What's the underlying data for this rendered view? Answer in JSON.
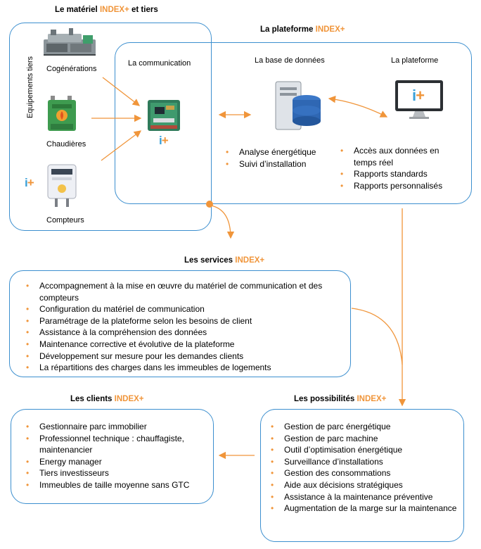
{
  "titles": {
    "materiel_prefix": "Le matériel",
    "materiel_brand": "INDEX+",
    "materiel_suffix": "et tiers",
    "plateforme_prefix": "La plateforme",
    "plateforme_brand": "INDEX+",
    "services_prefix": "Les services",
    "services_brand": "INDEX+",
    "clients_prefix": "Les clients",
    "clients_brand": "INDEX+",
    "possibilites_prefix": "Les possibilités",
    "possibilites_brand": "INDEX+"
  },
  "equipment": {
    "side_label": "Equipements tiers",
    "cogeneration": "Cogénérations",
    "chaudieres": "Chaudières",
    "compteurs": "Compteurs",
    "logo_i": "i",
    "logo_plus": "+"
  },
  "communication": {
    "label": "La communication",
    "logo_i": "i",
    "logo_plus": "+"
  },
  "database": {
    "label": "La base de données",
    "items": [
      "Analyse énergétique",
      "Suivi d’installation"
    ]
  },
  "plateforme": {
    "label": "La plateforme",
    "logo_i": "i",
    "logo_plus": "+",
    "items": [
      "Accès aux données en temps réel",
      "Rapports standards",
      "Rapports personnalisés"
    ]
  },
  "services": {
    "items": [
      "Accompagnement à la mise en œuvre du matériel de communication et des compteurs",
      "Configuration du matériel de communication",
      "Paramétrage de la plateforme selon les besoins de client",
      "Assistance à la compréhension des données",
      "Maintenance corrective et évolutive de la plateforme",
      "Développement sur mesure pour les demandes clients",
      "La répartitions des charges dans les immeubles de logements"
    ]
  },
  "clients": {
    "items": [
      "Gestionnaire parc immobilier",
      "Professionnel technique : chauffagiste, maintenancier",
      "Energy manager",
      "Tiers investisseurs",
      "Immeubles de taille moyenne sans GTC"
    ]
  },
  "possibilites": {
    "items": [
      "Gestion de parc énergétique",
      "Gestion de parc machine",
      "Outil d’optimisation énergétique",
      "Surveillance d’installations",
      "Gestion des consommations",
      "Aide aux décisions stratégiques",
      "Assistance à la maintenance préventive",
      "Augmentation de la marge sur la maintenance"
    ]
  },
  "colors": {
    "accent_orange": "#f0953a",
    "box_blue": "#3c8fcf",
    "logo_blue": "#3aa0d8"
  }
}
